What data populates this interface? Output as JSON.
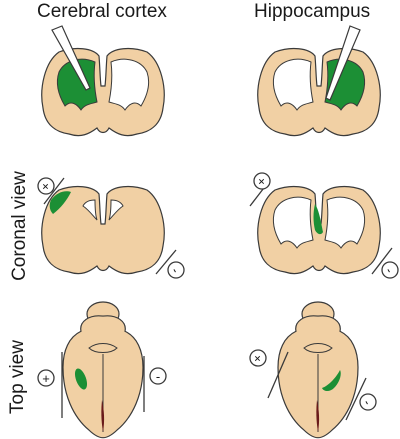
{
  "columns": {
    "left": "Cerebral cortex",
    "right": "Hippocampus"
  },
  "rows": {
    "coronal": "Coronal view",
    "top": "Top view"
  },
  "signs": {
    "plus": "+",
    "minus": "-"
  },
  "colors": {
    "tissue": "#f1d0a4",
    "outline": "#3a3a3a",
    "label_area": "#1c8f35",
    "electrode": "#ffffff"
  }
}
